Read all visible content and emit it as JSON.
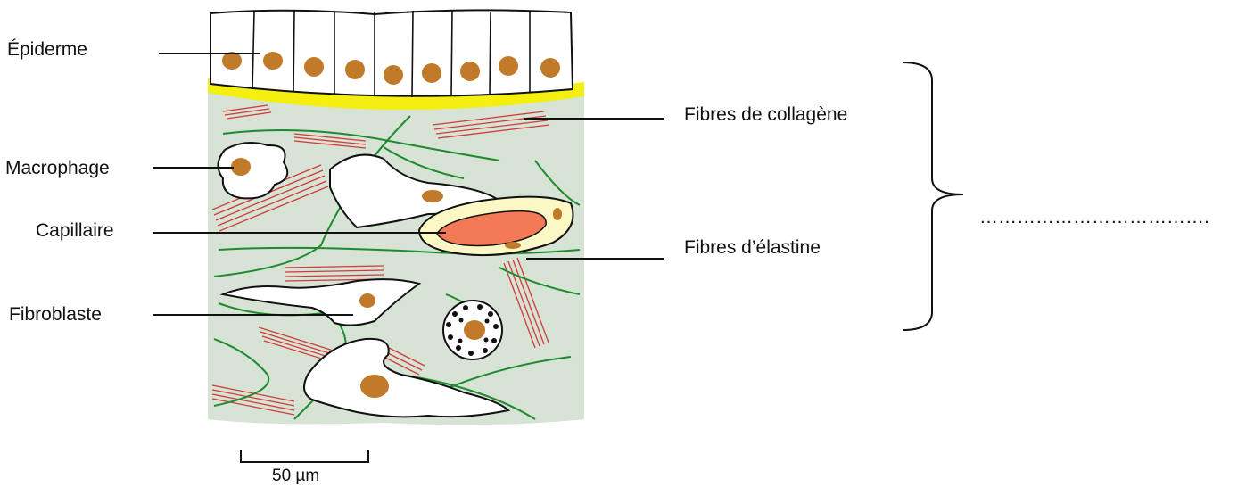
{
  "labels": {
    "epiderme": "Épiderme",
    "macrophage": "Macrophage",
    "capillaire": "Capillaire",
    "fibroblaste": "Fibroblaste",
    "collagene": "Fibres de collagène",
    "elastine": "Fibres d’élastine",
    "answer_blank": "……………………………….",
    "scale": "50 µm"
  },
  "colors": {
    "tissue_background": "#d6e3d5",
    "basement_membrane": "#f5ef10",
    "nucleus": "#c07a2a",
    "collagen_fibers": "#d23a3a",
    "elastin_fibers": "#1f8a2f",
    "red_blood_cell": "#f47a57",
    "outline": "#111111"
  }
}
